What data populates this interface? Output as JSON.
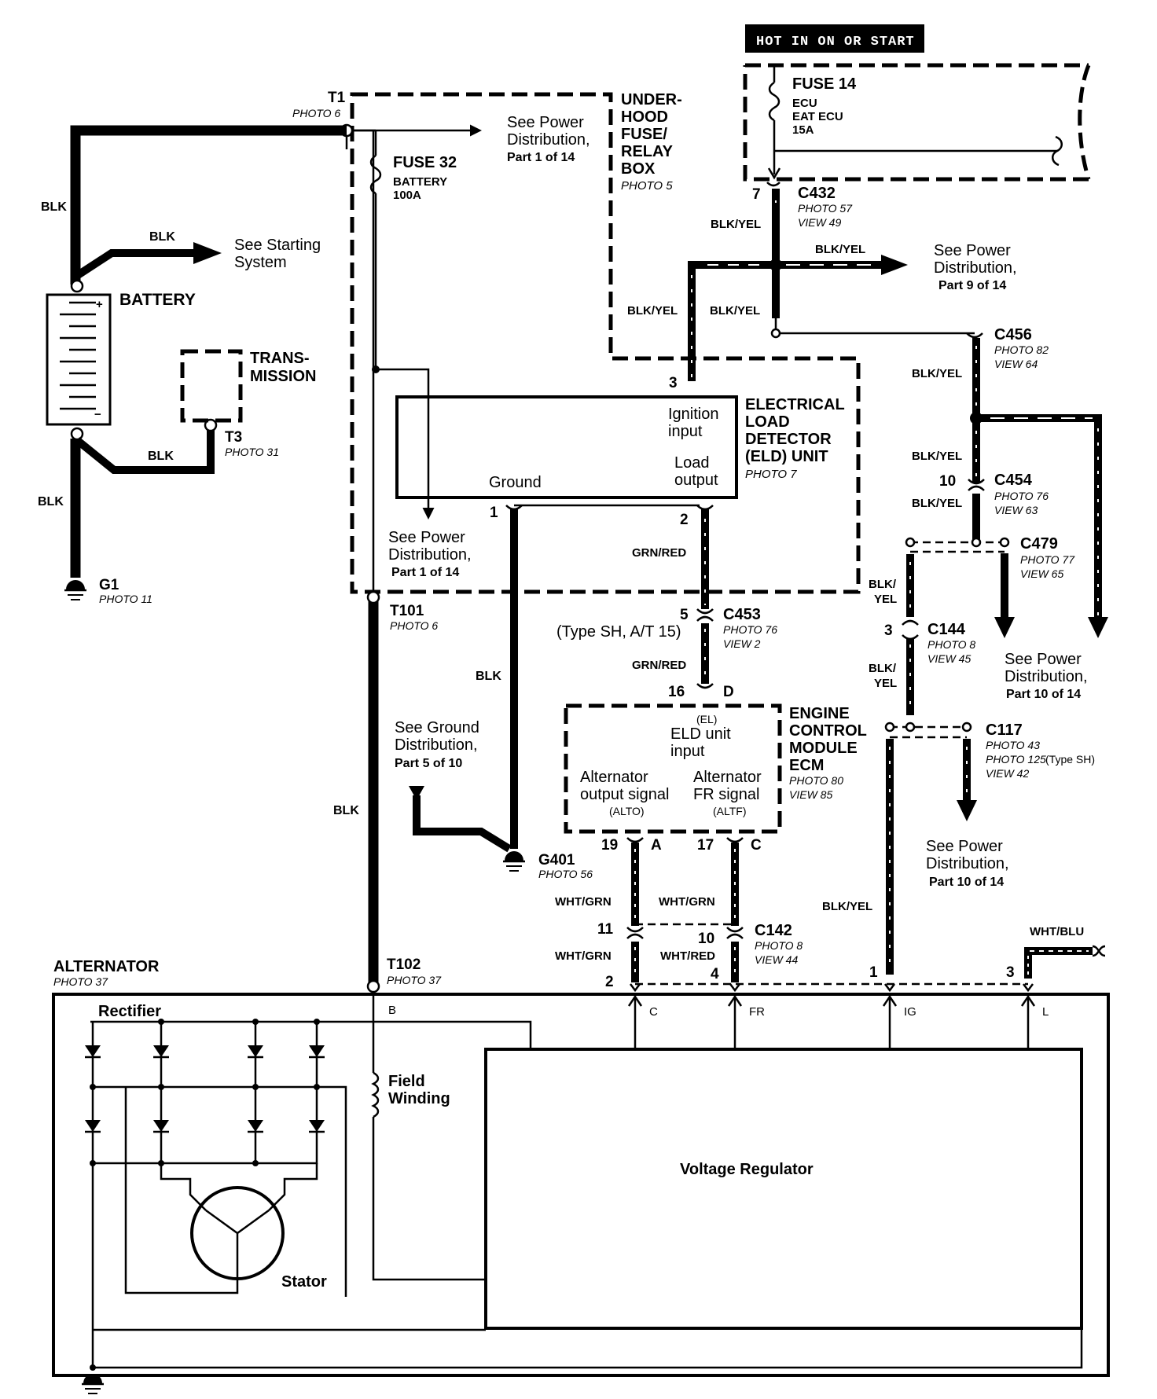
{
  "header": {
    "hot_label": "HOT IN ON OR START"
  },
  "fuse14": {
    "name": "FUSE 14",
    "line1": "ECU",
    "line2": "EAT ECU",
    "rating": "15A"
  },
  "fuse32": {
    "name": "FUSE 32",
    "line1": "BATTERY",
    "rating": "100A"
  },
  "underhood": {
    "l1": "UNDER-",
    "l2": "HOOD",
    "l3": "FUSE/",
    "l4": "RELAY",
    "l5": "BOX",
    "photo": "PHOTO 5"
  },
  "battery": {
    "label": "BATTERY",
    "plus": "+",
    "minus": "−"
  },
  "transmission": {
    "l1": "TRANS-",
    "l2": "MISSION"
  },
  "terminals": {
    "t1": "T1",
    "t1_photo": "PHOTO 6",
    "t3": "T3",
    "t3_photo": "PHOTO 31",
    "t101": "T101",
    "t101_photo": "PHOTO 6",
    "t102": "T102",
    "t102_photo": "PHOTO 37"
  },
  "grounds": {
    "g1": "G1",
    "g1_photo": "PHOTO 11",
    "g401": "G401",
    "g401_photo": "PHOTO 56"
  },
  "wire_colors": {
    "blk": "BLK",
    "blk_yel": "BLK/YEL",
    "grn_red": "GRN/RED",
    "wht_grn": "WHT/GRN",
    "wht_red": "WHT/RED",
    "wht_blu": "WHT/BLU",
    "blk_slash": "BLK/",
    "yel": "YEL"
  },
  "refs": {
    "starting_1": "See Starting",
    "starting_2": "System",
    "see_power": "See Power",
    "distribution": "Distribution,",
    "part1": "Part 1 of 14",
    "part9": "Part 9 of 14",
    "part10": "Part 10 of 14",
    "see_ground": "See Ground",
    "part5": "Part 5 of 10"
  },
  "connectors": {
    "c432": "C432",
    "c432_photo": "PHOTO 57",
    "c432_view": "VIEW 49",
    "c456": "C456",
    "c456_photo": "PHOTO 82",
    "c456_view": "VIEW 64",
    "c454": "C454",
    "c454_photo": "PHOTO 76",
    "c454_view": "VIEW 63",
    "c479": "C479",
    "c479_photo": "PHOTO 77",
    "c479_view": "VIEW 65",
    "c144": "C144",
    "c144_photo": "PHOTO 8",
    "c144_view": "VIEW 45",
    "c453": "C453",
    "c453_photo": "PHOTO 76",
    "c453_view": "VIEW 2",
    "c453_note": "(Type SH, A/T 15)",
    "c117": "C117",
    "c117_photo": "PHOTO 43",
    "c117_photo2": "PHOTO 125",
    "c117_type": "(Type SH)",
    "c117_view": "VIEW 42",
    "c142": "C142",
    "c142_photo": "PHOTO 8",
    "c142_view": "VIEW 44"
  },
  "eld": {
    "l1": "ELECTRICAL",
    "l2": "LOAD",
    "l3": "DETECTOR",
    "l4": "(ELD) UNIT",
    "photo": "PHOTO 7",
    "ign1": "Ignition",
    "ign2": "input",
    "load1": "Load",
    "load2": "output",
    "ground": "Ground"
  },
  "ecm": {
    "l1": "ENGINE",
    "l2": "CONTROL",
    "l3": "MODULE",
    "l4": "ECM",
    "photo": "PHOTO 80",
    "view": "VIEW 85",
    "el": "(EL)",
    "eld1": "ELD unit",
    "eld2": "input",
    "alt_out1": "Alternator",
    "alt_out2": "output signal",
    "alto": "(ALTO)",
    "alt_fr1": "Alternator",
    "alt_fr2": "FR signal",
    "altf": "(ALTF)"
  },
  "alternator": {
    "label": "ALTERNATOR",
    "photo": "PHOTO 37",
    "rectifier": "Rectifier",
    "field1": "Field",
    "field2": "Winding",
    "stator": "Stator",
    "regulator": "Voltage Regulator",
    "t_b": "B",
    "t_c": "C",
    "t_fr": "FR",
    "t_ig": "IG",
    "t_l": "L"
  },
  "pins": {
    "p7": "7",
    "p3": "3",
    "p1": "1",
    "p2": "2",
    "p10": "10",
    "p3b": "3",
    "p5": "5",
    "p16": "16",
    "pD": "D",
    "p19": "19",
    "pA": "A",
    "p17": "17",
    "pC": "C",
    "p11": "11",
    "p10b": "10",
    "p2b": "2",
    "p4": "4",
    "p1b": "1",
    "p3c": "3"
  }
}
